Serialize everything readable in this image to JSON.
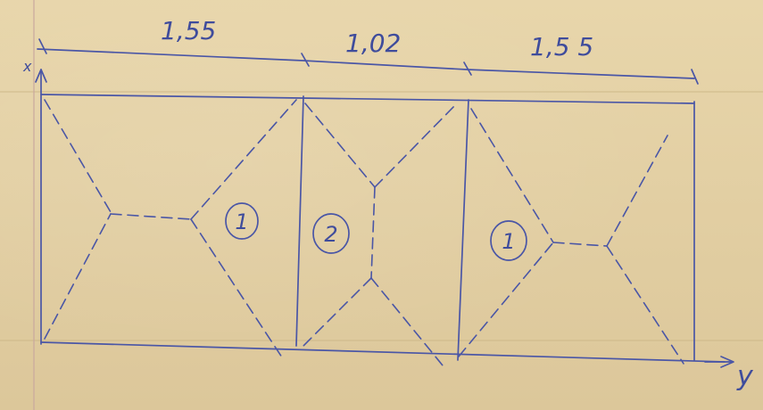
{
  "dimensions": {
    "left": "1,55",
    "middle": "1,02",
    "right": "1,5 5"
  },
  "axes": {
    "x": "x",
    "y": "y"
  },
  "panels": [
    {
      "label": "1"
    },
    {
      "label": "2"
    },
    {
      "label": "1"
    }
  ],
  "colors": {
    "paper": "#e6d3a7",
    "ink": "#4a56a6",
    "margin_line": "#c8a7a0"
  }
}
